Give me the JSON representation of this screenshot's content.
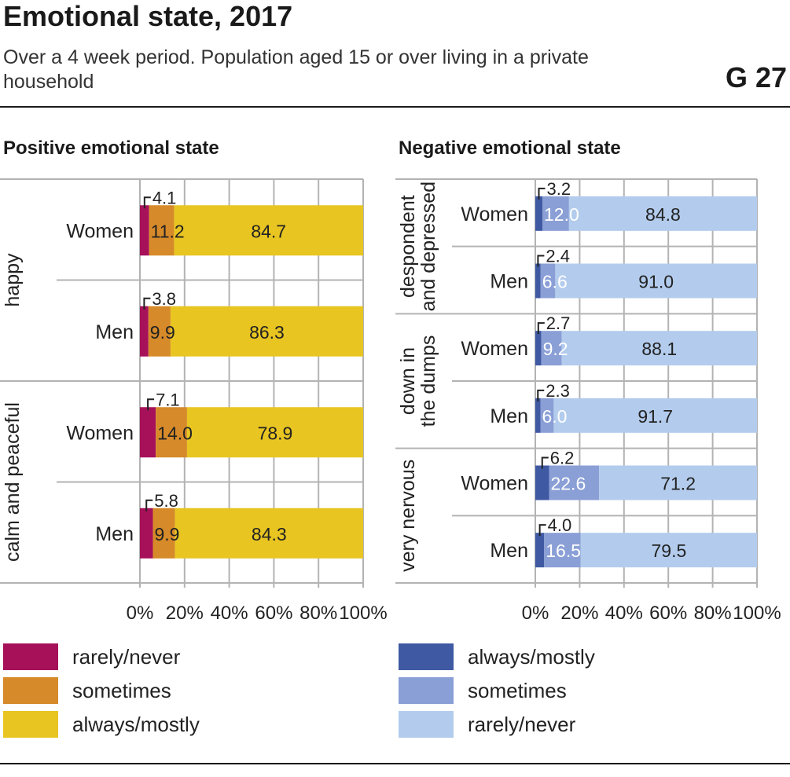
{
  "header": {
    "title": "Emotional state, 2017",
    "subtitle": "Over a 4 week period. Population aged 15 or over living in a private household",
    "figure_number": "G 27"
  },
  "chart_data": [
    {
      "type": "bar",
      "orientation": "horizontal",
      "stacked": true,
      "title": "Positive emotional state",
      "groups": [
        {
          "label": "happy",
          "rows": [
            {
              "label": "Women",
              "values": [
                4.1,
                11.2,
                84.7
              ]
            },
            {
              "label": "Men",
              "values": [
                3.8,
                9.9,
                86.3
              ]
            }
          ]
        },
        {
          "label": "calm and peaceful",
          "rows": [
            {
              "label": "Women",
              "values": [
                7.1,
                14.0,
                78.9
              ]
            },
            {
              "label": "Men",
              "values": [
                5.8,
                9.9,
                84.3
              ]
            }
          ]
        }
      ],
      "series": [
        {
          "name": "rarely/never",
          "color": "#A6115A"
        },
        {
          "name": "sometimes",
          "color": "#D68A29"
        },
        {
          "name": "always/mostly",
          "color": "#E8C521"
        }
      ],
      "xticks": [
        "0%",
        "20%",
        "40%",
        "60%",
        "80%",
        "100%"
      ],
      "xlim": [
        0,
        100
      ],
      "grid": true
    },
    {
      "type": "bar",
      "orientation": "horizontal",
      "stacked": true,
      "title": "Negative emotional state",
      "groups": [
        {
          "label": "despondent and depressed",
          "rows": [
            {
              "label": "Women",
              "values": [
                3.2,
                12.0,
                84.8
              ]
            },
            {
              "label": "Men",
              "values": [
                2.4,
                6.6,
                91.0
              ]
            }
          ]
        },
        {
          "label": "down in the dumps",
          "rows": [
            {
              "label": "Women",
              "values": [
                2.7,
                9.2,
                88.1
              ]
            },
            {
              "label": "Men",
              "values": [
                2.3,
                6.0,
                91.7
              ]
            }
          ]
        },
        {
          "label": "very nervous",
          "rows": [
            {
              "label": "Women",
              "values": [
                6.2,
                22.6,
                71.2
              ]
            },
            {
              "label": "Men",
              "values": [
                4.0,
                16.5,
                79.5
              ]
            }
          ]
        }
      ],
      "series": [
        {
          "name": "always/mostly",
          "color": "#3F5AA3"
        },
        {
          "name": "sometimes",
          "color": "#8A9FD6"
        },
        {
          "name": "rarely/never",
          "color": "#B3CCED"
        }
      ],
      "xticks": [
        "0%",
        "20%",
        "40%",
        "60%",
        "80%",
        "100%"
      ],
      "xlim": [
        0,
        100
      ],
      "grid": true
    }
  ]
}
